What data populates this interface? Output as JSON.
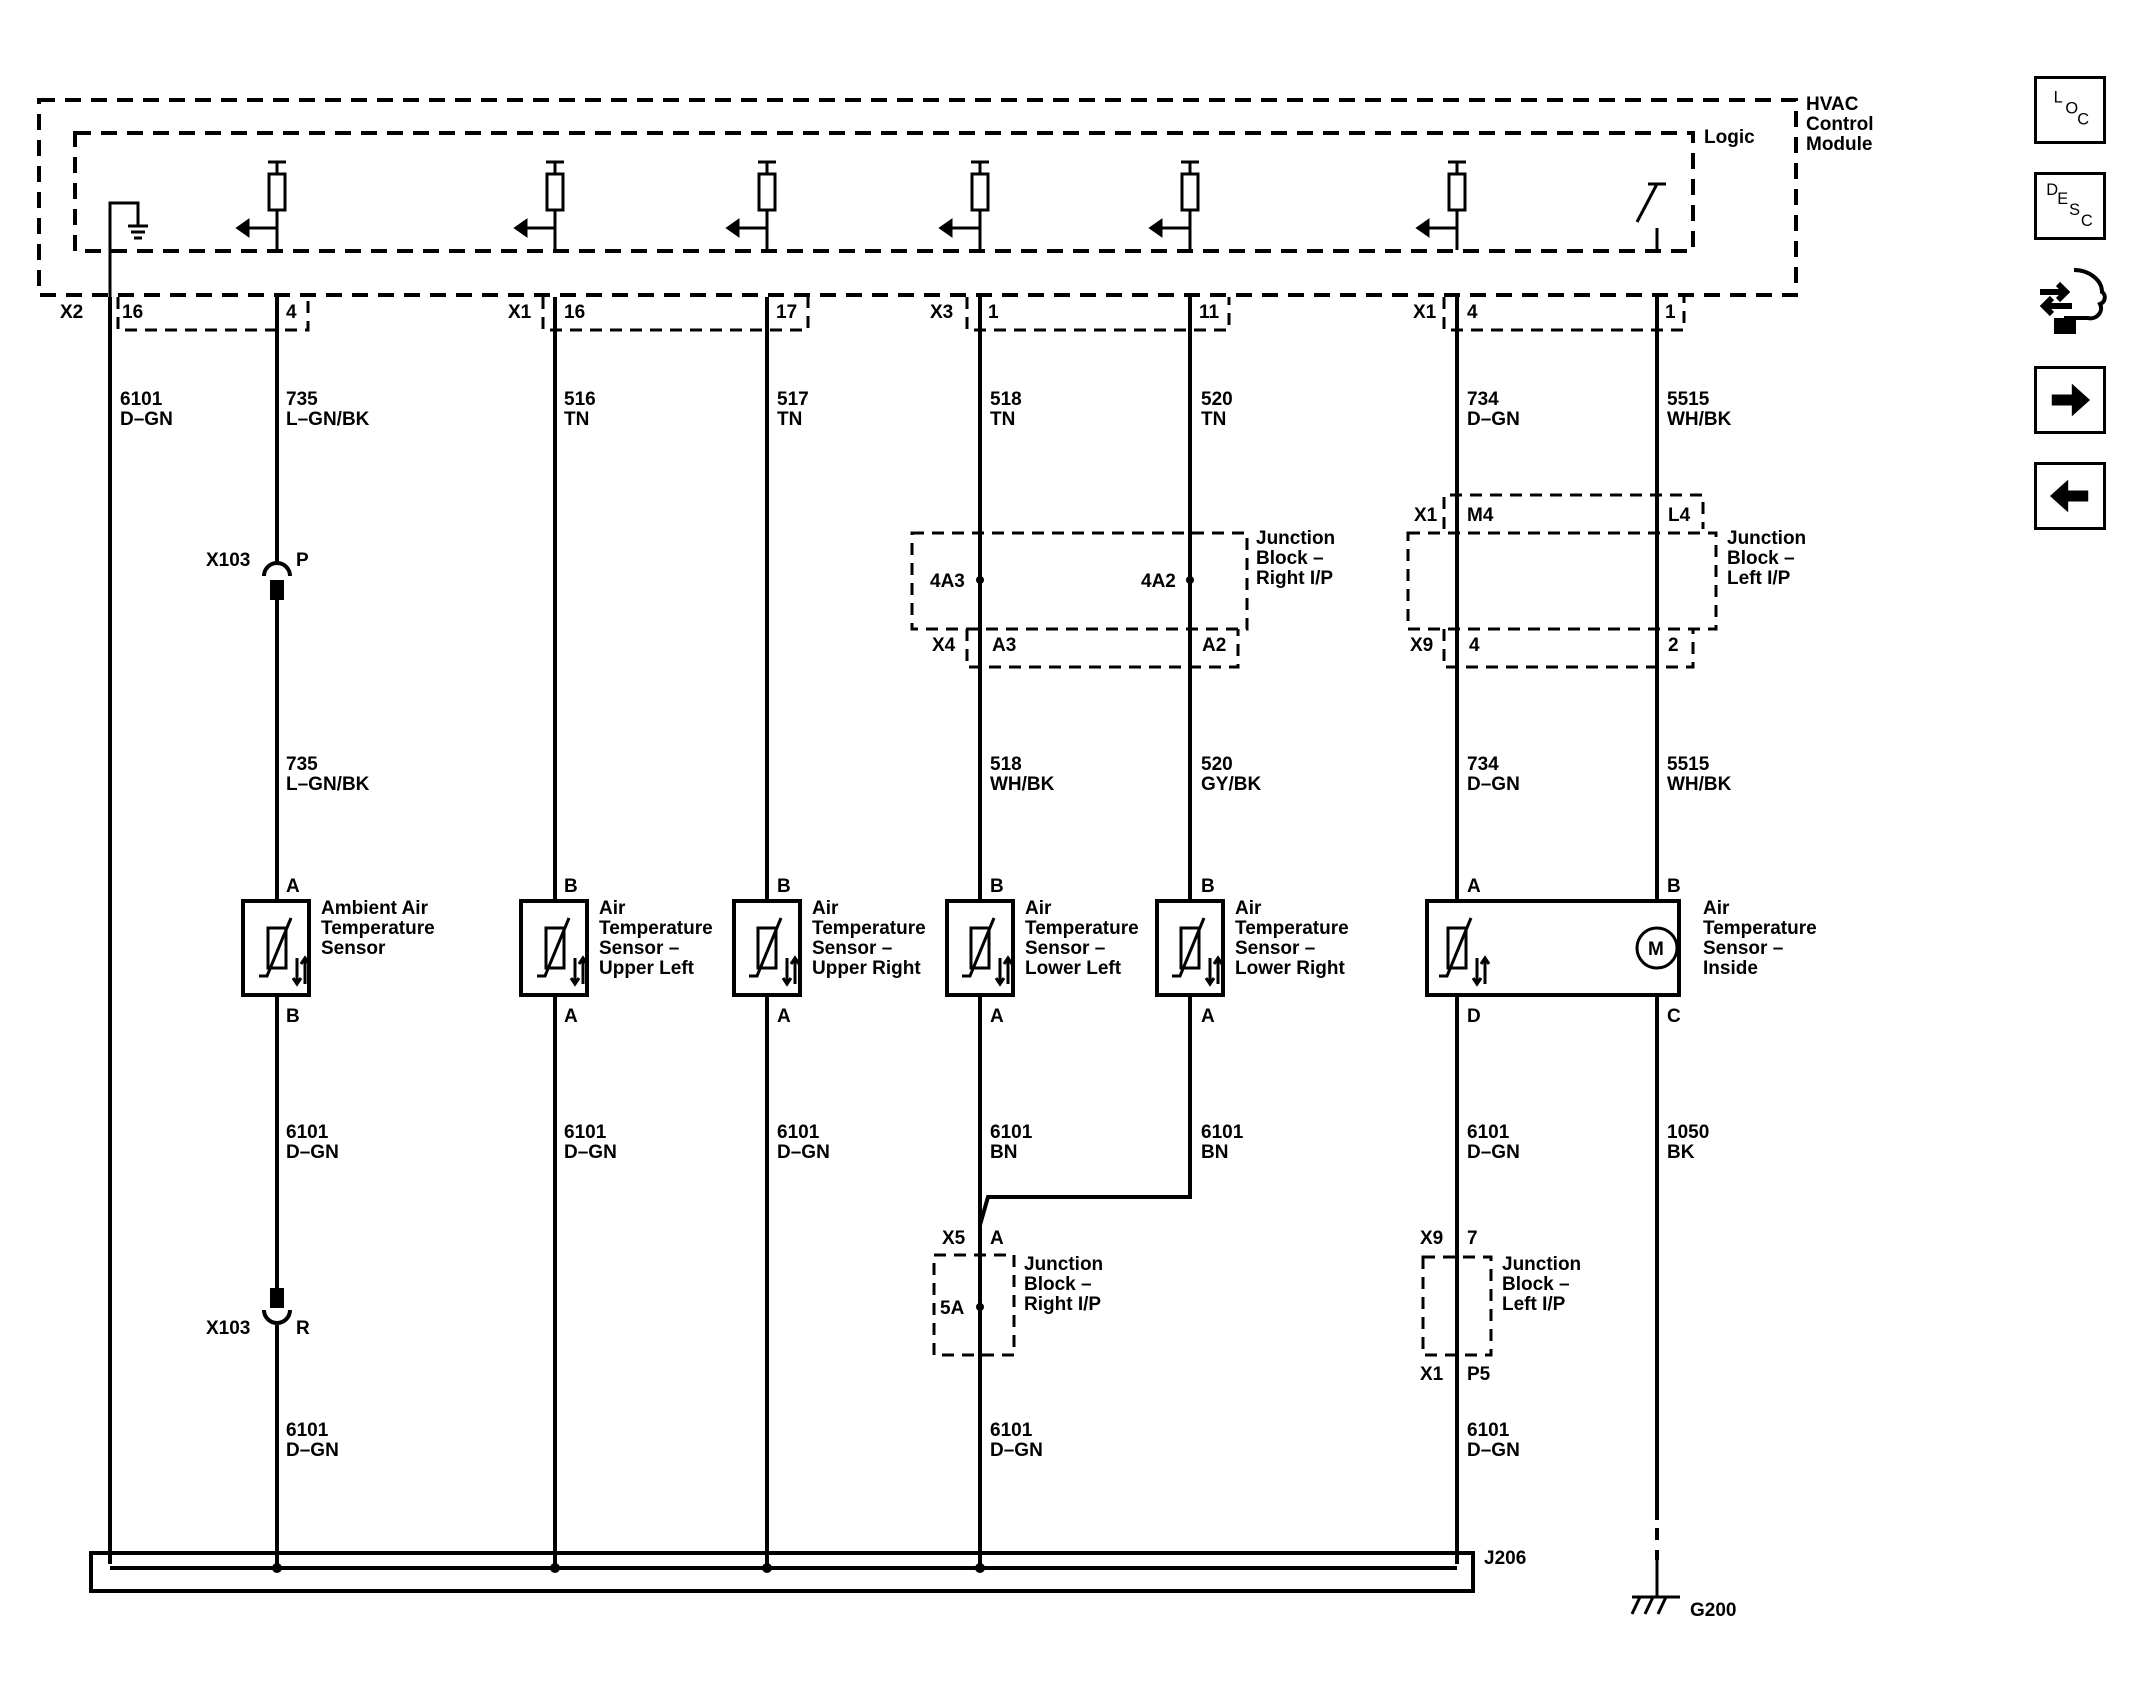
{
  "module": {
    "name_lines": [
      "HVAC",
      "Control",
      "Module"
    ],
    "logic_label": "Logic",
    "connectors": [
      {
        "conn": "X2",
        "pins": [
          "16",
          "4"
        ]
      },
      {
        "conn": "X1",
        "pins": [
          "16",
          "17"
        ]
      },
      {
        "conn": "X3",
        "pins": [
          "1",
          "11"
        ]
      },
      {
        "conn": "X1",
        "pins": [
          "4",
          "1"
        ]
      }
    ]
  },
  "circuits": {
    "gnd_top": {
      "num": "6101",
      "color": "D–GN"
    },
    "amb_top": {
      "num": "735",
      "color": "L–GN/BK"
    },
    "ul_top": {
      "num": "516",
      "color": "TN"
    },
    "ur_top": {
      "num": "517",
      "color": "TN"
    },
    "ll_top": {
      "num": "518",
      "color": "TN"
    },
    "lr_top": {
      "num": "520",
      "color": "TN"
    },
    "in_top": {
      "num": "734",
      "color": "D–GN"
    },
    "mot_top": {
      "num": "5515",
      "color": "WH/BK"
    },
    "amb_mid": {
      "num": "735",
      "color": "L–GN/BK"
    },
    "ll_mid": {
      "num": "518",
      "color": "WH/BK"
    },
    "lr_mid": {
      "num": "520",
      "color": "GY/BK"
    },
    "in_mid": {
      "num": "734",
      "color": "D–GN"
    },
    "mot_mid": {
      "num": "5515",
      "color": "WH/BK"
    },
    "amb_low": {
      "num": "6101",
      "color": "D–GN"
    },
    "ul_low": {
      "num": "6101",
      "color": "D–GN"
    },
    "ur_low": {
      "num": "6101",
      "color": "D–GN"
    },
    "ll_low": {
      "num": "6101",
      "color": "BN"
    },
    "lr_low": {
      "num": "6101",
      "color": "BN"
    },
    "in_low": {
      "num": "6101",
      "color": "D–GN"
    },
    "mot_low": {
      "num": "1050",
      "color": "BK"
    },
    "amb_bot": {
      "num": "6101",
      "color": "D–GN"
    },
    "jr_bot": {
      "num": "6101",
      "color": "D–GN"
    },
    "jl_bot": {
      "num": "6101",
      "color": "D–GN"
    }
  },
  "inline_connector": {
    "top": {
      "conn": "X103",
      "pin": "P"
    },
    "bottom": {
      "conn": "X103",
      "pin": "R"
    }
  },
  "junction_right_top": {
    "label_lines": [
      "Junction",
      "Block –",
      "Right I/P"
    ],
    "pin_left": "4A3",
    "pin_right": "4A2",
    "conn": "X4",
    "conn_pins": [
      "A3",
      "A2"
    ]
  },
  "junction_left_top": {
    "label_lines": [
      "Junction",
      "Block –",
      "Left I/P"
    ],
    "conn_top": "X1",
    "top_pins": [
      "M4",
      "L4"
    ],
    "conn_bottom": "X9",
    "bottom_pins": [
      "4",
      "2"
    ]
  },
  "sensors": [
    {
      "name_lines": [
        "Ambient Air",
        "Temperature",
        "Sensor"
      ],
      "top_pin": "A",
      "bottom_pin": "B"
    },
    {
      "name_lines": [
        "Air",
        "Temperature",
        "Sensor –",
        "Upper Left"
      ],
      "top_pin": "B",
      "bottom_pin": "A"
    },
    {
      "name_lines": [
        "Air",
        "Temperature",
        "Sensor –",
        "Upper Right"
      ],
      "top_pin": "B",
      "bottom_pin": "A"
    },
    {
      "name_lines": [
        "Air",
        "Temperature",
        "Sensor –",
        "Lower Left"
      ],
      "top_pin": "B",
      "bottom_pin": "A"
    },
    {
      "name_lines": [
        "Air",
        "Temperature",
        "Sensor –",
        "Lower Right"
      ],
      "top_pin": "B",
      "bottom_pin": "A"
    },
    {
      "name_lines": [
        "Air",
        "Temperature",
        "Sensor –",
        "Inside"
      ],
      "top_pins": [
        "A",
        "B"
      ],
      "bottom_pins": [
        "D",
        "C"
      ],
      "motor_label": "M"
    }
  ],
  "junction_right_bottom": {
    "label_lines": [
      "Junction",
      "Block –",
      "Right I/P"
    ],
    "conn": "X5",
    "pin": "A",
    "splice": "5A"
  },
  "junction_left_bottom": {
    "label_lines": [
      "Junction",
      "Block –",
      "Left I/P"
    ],
    "conn_top": "X9",
    "pin_top": "7",
    "conn_bottom": "X1",
    "pin_bottom": "P5"
  },
  "splice_pack": "J206",
  "ground": "G200",
  "nav": {
    "loc": [
      "L",
      "O",
      "C"
    ],
    "desc": [
      "D",
      "E",
      "S",
      "C"
    ]
  }
}
